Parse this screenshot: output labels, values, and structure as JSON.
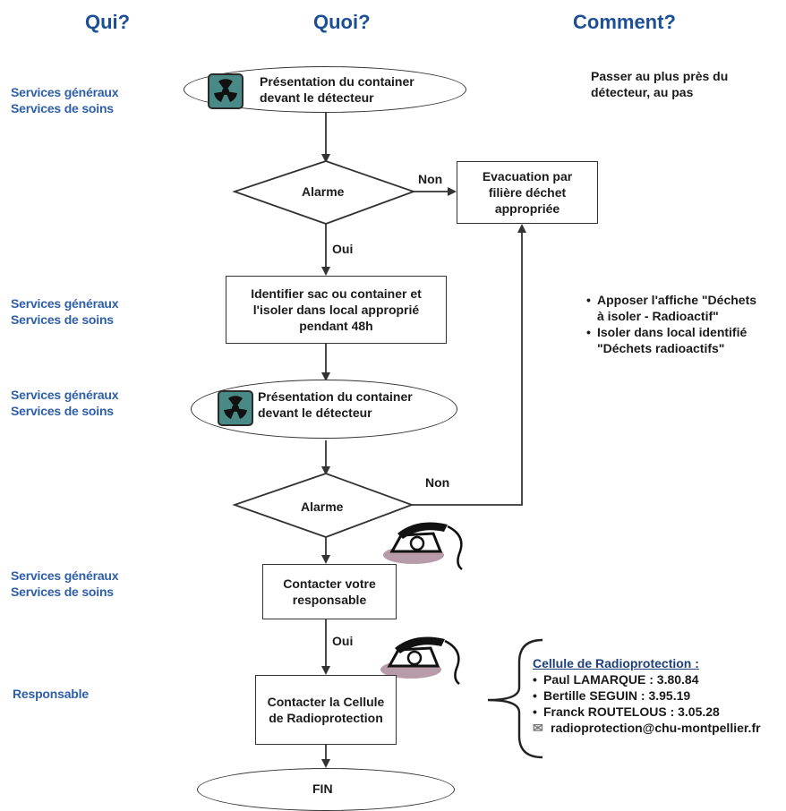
{
  "headers": {
    "qui": "Qui?",
    "quoi": "Quoi?",
    "comment": "Comment?"
  },
  "who": {
    "w1": {
      "line1": "Services généraux",
      "line2": "Services de soins"
    },
    "w2": {
      "line1": "Services généraux",
      "line2": "Services de soins"
    },
    "w3": {
      "line1": "Services généraux",
      "line2": "Services de soins"
    },
    "w4": {
      "line1": "Services généraux",
      "line2": "Services de soins"
    },
    "w5": {
      "line1": "Responsable"
    }
  },
  "steps": {
    "present1": {
      "line1": "Présentation du container",
      "line2": "devant le détecteur",
      "icon": "radiation-icon"
    },
    "alarm1": "Alarme",
    "evacuation": {
      "line1": "Evacuation par",
      "line2": "filière déchet",
      "line3": "appropriée"
    },
    "identifier": {
      "line1": "Identifier sac ou container et",
      "line2": "l'isoler  dans local approprié",
      "line3": "pendant 48h"
    },
    "present2": {
      "line1": "Présentation du container",
      "line2": "devant le détecteur",
      "icon": "radiation-icon"
    },
    "alarm2": "Alarme",
    "contact_resp": {
      "line1": "Contacter votre",
      "line2": "responsable",
      "icon": "telephone-icon"
    },
    "contact_cell": {
      "line1": "Contacter la Cellule",
      "line2": "de Radioprotection",
      "icon": "telephone-icon"
    },
    "fin": "FIN"
  },
  "arrows": {
    "non1": "Non",
    "oui1": "Oui",
    "non2": "Non",
    "oui2": "Oui"
  },
  "how": {
    "h1": {
      "line1": "Passer au plus près du",
      "line2": "détecteur, au pas"
    },
    "h2": {
      "b1_line1": "Apposer l'affiche \"Déchets",
      "b1_line2": "à isoler - Radioactif\"",
      "b2_line1": "Isoler dans local identifié",
      "b2_line2": "\"Déchets radioactifs\""
    },
    "contacts": {
      "title": "Cellule de Radioprotection :",
      "c1": "Paul LAMARQUE : 3.80.84",
      "c2": "Bertille SEGUIN : 3.95.19",
      "c3": "Franck ROUTELOUS : 3.05.28",
      "email": "radioprotection@chu-montpellier.fr"
    }
  },
  "colors": {
    "header_blue": "#1c4f96",
    "who_blue": "#2e5fa6",
    "icon_teal": "#4a8a86"
  }
}
